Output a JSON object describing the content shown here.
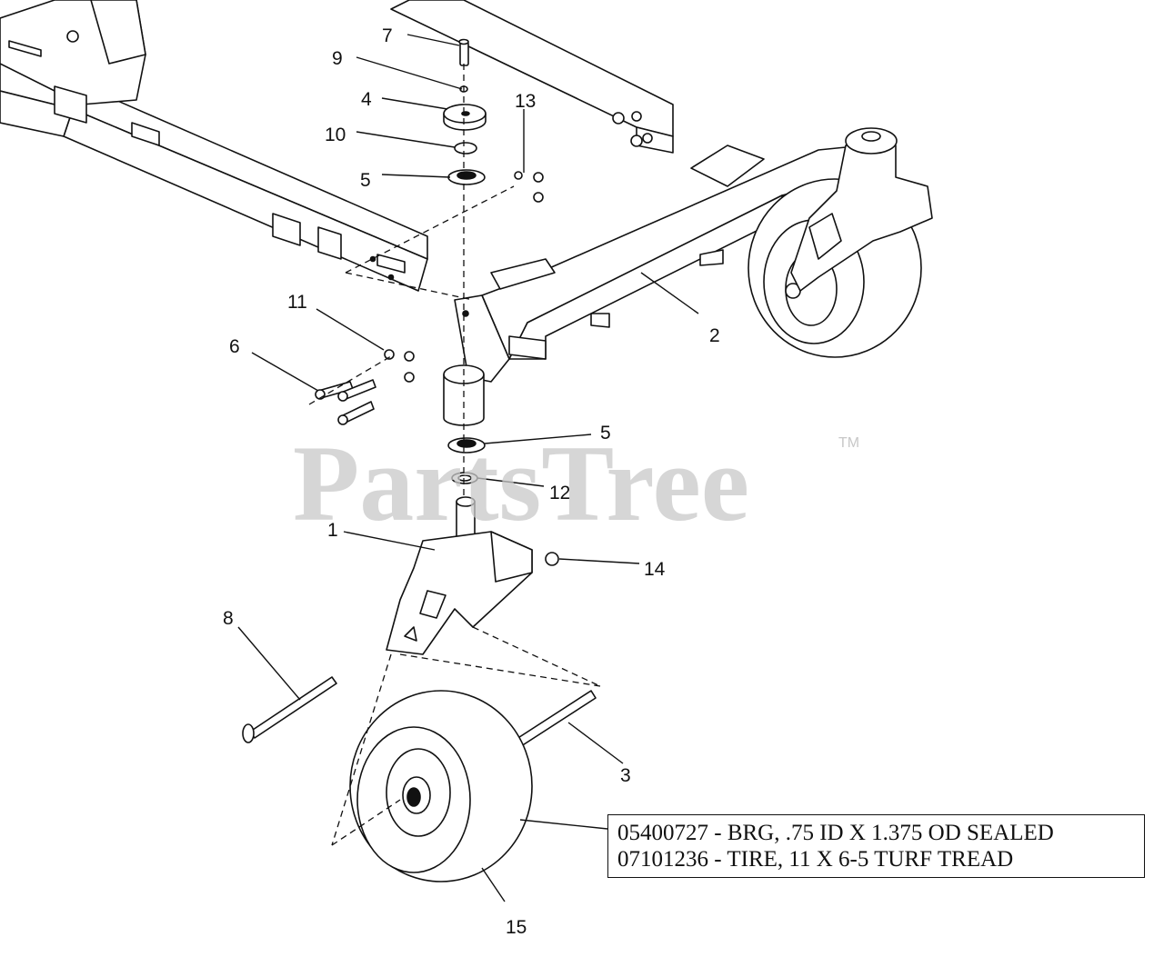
{
  "diagram": {
    "watermark": "PartsTree",
    "trademark": "TM",
    "callouts": [
      {
        "id": "c1",
        "label": "1"
      },
      {
        "id": "c2",
        "label": "2"
      },
      {
        "id": "c3",
        "label": "3"
      },
      {
        "id": "c4",
        "label": "4"
      },
      {
        "id": "c5a",
        "label": "5"
      },
      {
        "id": "c5b",
        "label": "5"
      },
      {
        "id": "c6",
        "label": "6"
      },
      {
        "id": "c7",
        "label": "7"
      },
      {
        "id": "c8",
        "label": "8"
      },
      {
        "id": "c9",
        "label": "9"
      },
      {
        "id": "c10",
        "label": "10"
      },
      {
        "id": "c11",
        "label": "11"
      },
      {
        "id": "c12",
        "label": "12"
      },
      {
        "id": "c13",
        "label": "13"
      },
      {
        "id": "c14",
        "label": "14"
      },
      {
        "id": "c15",
        "label": "15"
      }
    ],
    "parts_box": {
      "lines": [
        "05400727 - BRG, .75 ID X 1.375 OD SEALED",
        "07101236 - TIRE, 11 X 6-5 TURF TREAD"
      ]
    }
  }
}
